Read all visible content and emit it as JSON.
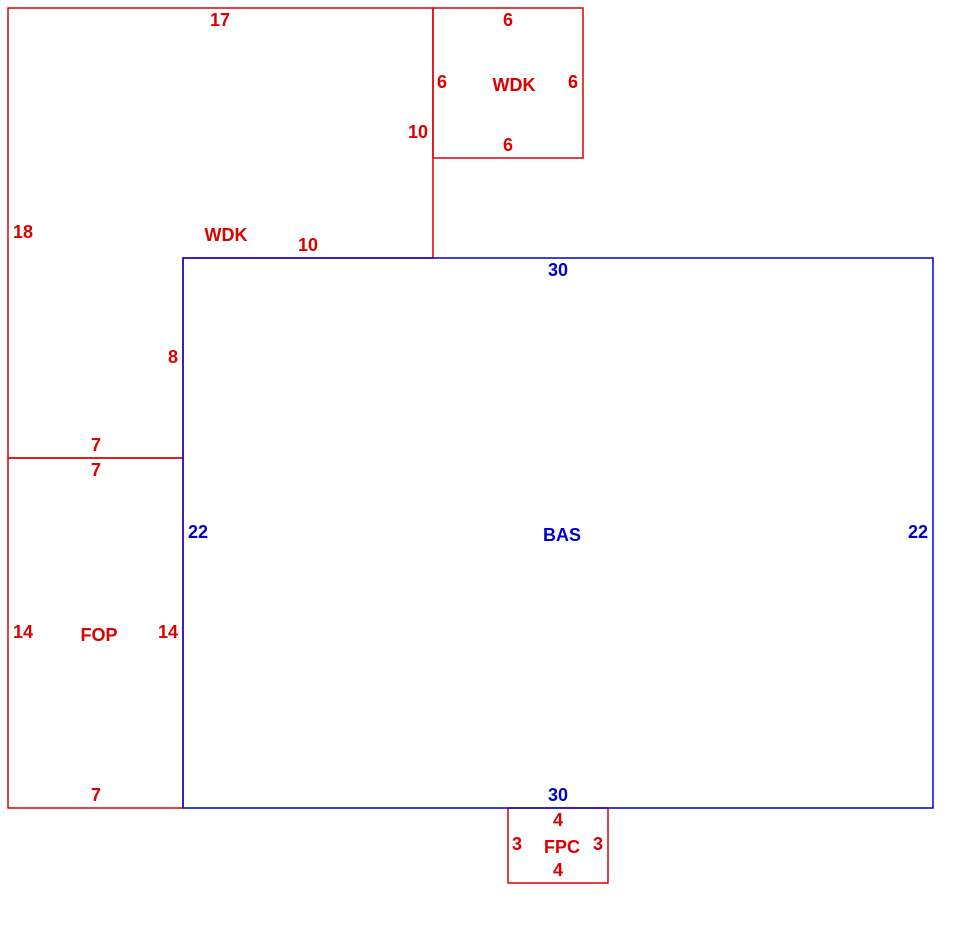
{
  "colors": {
    "accessory_line": "#dd0000",
    "main_line": "#0000cc"
  },
  "areas": {
    "wdk_main": {
      "code": "WDK",
      "dims": {
        "top": "17",
        "left": "18",
        "right_upper": "10",
        "bottom": "10",
        "inner_left": "8",
        "step": "7"
      }
    },
    "wdk_small": {
      "code": "WDK",
      "dims": {
        "top": "6",
        "left": "6",
        "right": "6",
        "bottom": "6"
      }
    },
    "bas": {
      "code": "BAS",
      "dims": {
        "top": "30",
        "bottom": "30",
        "left": "22",
        "right": "22"
      }
    },
    "fop": {
      "code": "FOP",
      "dims": {
        "top": "7",
        "bottom": "7",
        "left": "14",
        "right": "14"
      }
    },
    "fpc": {
      "code": "FPC",
      "dims": {
        "top": "4",
        "bottom": "4",
        "left": "3",
        "right": "3"
      }
    }
  }
}
